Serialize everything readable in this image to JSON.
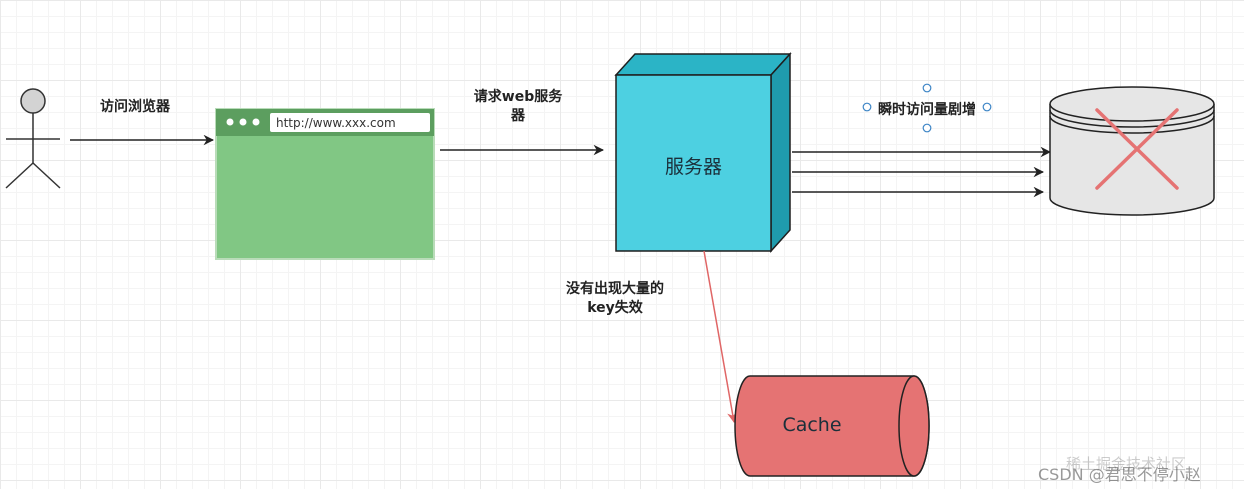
{
  "labels": {
    "visit_browser": "访问浏览器",
    "request_web_server_line1": "请求web服务",
    "request_web_server_line2": "器",
    "traffic_spike": "瞬时访问量剧增",
    "no_mass_expiry_line1": "没有出现大量的",
    "no_mass_expiry_line2": "key失效"
  },
  "browser": {
    "url": "http://www.xxx.com"
  },
  "server": {
    "label": "服务器"
  },
  "cache": {
    "label": "Cache"
  },
  "watermark": {
    "juejin": "稀土掘金技术社区",
    "csdn": "CSDN @君思不停小赵"
  },
  "colors": {
    "server_front": "#4dd0e1",
    "server_side": "#26a8bb",
    "browser_body": "#81c784",
    "browser_bar": "#5c9e5f",
    "cache_fill": "#e57373",
    "db_fill": "#e6e6e6",
    "cross": "#e57373"
  },
  "icons": [
    "stick-figure-icon",
    "database-icon",
    "cross-icon",
    "selection-handle-icon"
  ]
}
